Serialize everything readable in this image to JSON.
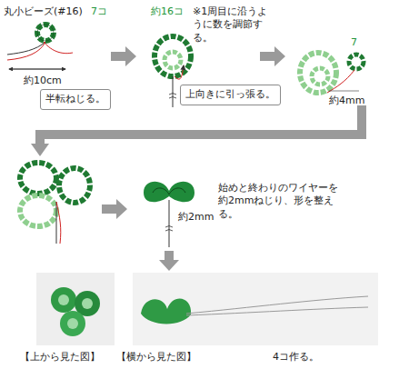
{
  "diagram": {
    "nodes": [
      {
        "text": [
          "半転ねじる。"
        ]
      },
      {
        "text": [
          "上向きに引っ張る。"
        ]
      }
    ],
    "labels": [
      "丸小ビーズ(#16)",
      "7コ",
      "約10cm",
      "約16コ",
      "※1周目に沿うように数を調節する。",
      "7",
      "約4mm",
      "約2mm",
      "始めと終わりのワイヤーを約2mmねじり、形を整える。",
      "【上から見た図】",
      "【横から見た図】",
      "4コ作る。"
    ]
  }
}
